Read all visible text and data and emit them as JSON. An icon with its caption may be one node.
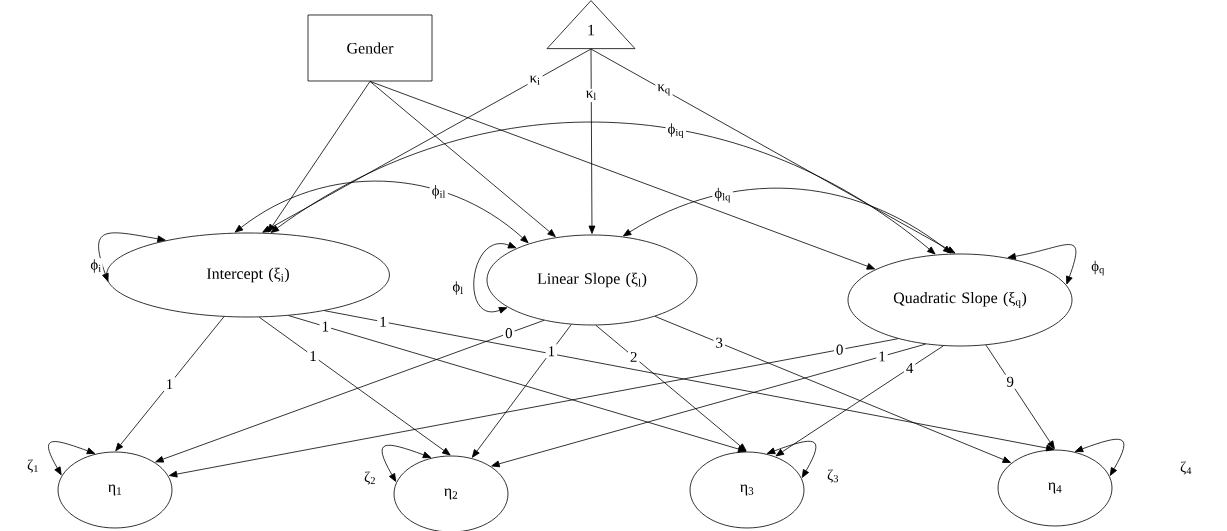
{
  "diagram": {
    "nodes": [
      {
        "text": [
          "Gender"
        ]
      },
      {
        "text": [
          "1"
        ]
      },
      {
        "text": [
          "Intercept (ξ$_{i}$)"
        ]
      },
      {
        "text": [
          "Linear Slope (ξ$_{l}$)"
        ]
      },
      {
        "text": [
          "Quadratic Slope (ξ$_{q}$)"
        ]
      },
      {
        "text": [
          "η$_{1}$"
        ]
      },
      {
        "text": [
          "η$_{2}$"
        ]
      },
      {
        "text": [
          "η$_{3}$"
        ]
      },
      {
        "text": [
          "η$_{4}$"
        ]
      }
    ],
    "edges": [
      {
        "from": 0,
        "to": 2,
        "arrow": "to"
      },
      {
        "from": 0,
        "to": 3,
        "arrow": "to"
      },
      {
        "from": 0,
        "to": 4,
        "arrow": "to"
      },
      {
        "from": 1,
        "to": 2,
        "arrow": "to",
        "label": "κ$_{i}$"
      },
      {
        "from": 1,
        "to": 3,
        "arrow": "to",
        "label": "κ$_{l}$"
      },
      {
        "from": 1,
        "to": 4,
        "arrow": "to",
        "label": "κ$_{q}$"
      },
      {
        "from": 2,
        "to": 3,
        "arrow": "both",
        "label": "ϕ$_{il}$"
      },
      {
        "from": 2,
        "to": 4,
        "arrow": "both",
        "label": "ϕ$_{iq}$"
      },
      {
        "from": 3,
        "to": 4,
        "arrow": "both",
        "label": "ϕ$_{lq}$"
      },
      {
        "from": 2,
        "to": 2,
        "arrow": "both",
        "label": "ϕ$_{i}$"
      },
      {
        "from": 3,
        "to": 3,
        "arrow": "both",
        "label": "ϕ$_{l}$"
      },
      {
        "from": 4,
        "to": 4,
        "arrow": "both",
        "label": "ϕ$_{q}$"
      },
      {
        "from": 2,
        "to": 5,
        "arrow": "to",
        "label": "1"
      },
      {
        "from": 2,
        "to": 6,
        "arrow": "to",
        "label": "1"
      },
      {
        "from": 2,
        "to": 7,
        "arrow": "to",
        "label": "1"
      },
      {
        "from": 2,
        "to": 8,
        "arrow": "to",
        "label": "1"
      },
      {
        "from": 3,
        "to": 5,
        "arrow": "to",
        "label": "0"
      },
      {
        "from": 3,
        "to": 6,
        "arrow": "to",
        "label": "1"
      },
      {
        "from": 3,
        "to": 7,
        "arrow": "to",
        "label": "2"
      },
      {
        "from": 3,
        "to": 8,
        "arrow": "to",
        "label": "3"
      },
      {
        "from": 4,
        "to": 5,
        "arrow": "to",
        "label": "0"
      },
      {
        "from": 4,
        "to": 6,
        "arrow": "to",
        "label": "1"
      },
      {
        "from": 4,
        "to": 7,
        "arrow": "to",
        "label": "4"
      },
      {
        "from": 4,
        "to": 8,
        "arrow": "to",
        "label": "9"
      },
      {
        "from": 5,
        "to": 5,
        "arrow": "both",
        "label": "ζ$_{1}$"
      },
      {
        "from": 6,
        "to": 6,
        "arrow": "both",
        "label": "ζ$_{2}$"
      },
      {
        "from": 7,
        "to": 7,
        "arrow": "both",
        "label": "ζ$_{3}$"
      },
      {
        "from": 8,
        "to": 8,
        "arrow": "both",
        "label": "ζ$_{4}$"
      }
    ]
  }
}
